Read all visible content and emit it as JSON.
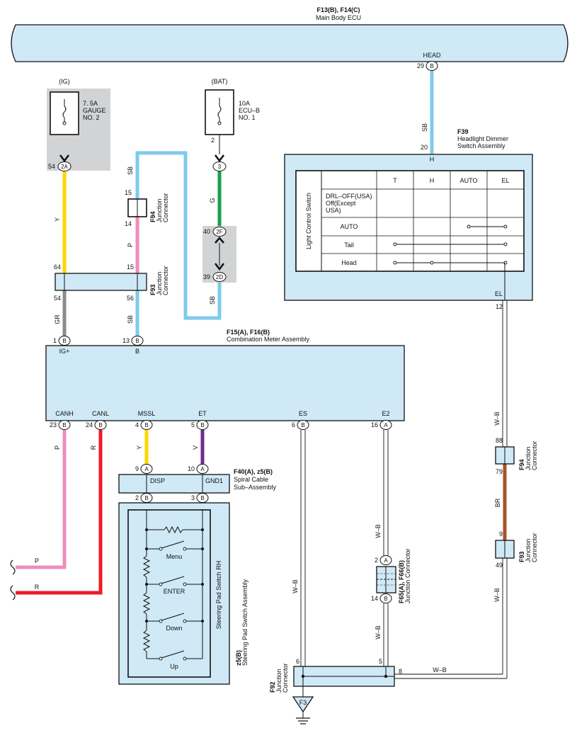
{
  "ecu": {
    "title": "F13(B), F14(C)",
    "name": "Main Body ECU",
    "terminal": "HEAD",
    "pin": "29",
    "letter": "B"
  },
  "fuses": {
    "ig": {
      "source": "(IG)",
      "rating": "7. 5A",
      "name1": "GAUGE",
      "name2": "NO. 2",
      "pin": "54",
      "letter": "2A"
    },
    "bat": {
      "source": "(BAT)",
      "rating": "10A",
      "name1": "ECU–B",
      "name2": "NO. 1",
      "pin_top": "2",
      "letter": "3"
    }
  },
  "wires": {
    "y": "Y",
    "gr": "GR",
    "sb": "SB",
    "p": "P",
    "g": "G",
    "r": "R",
    "v": "V",
    "wb": "W–B",
    "br": "BR"
  },
  "jc_2f": {
    "pin": "40",
    "letter": "2F"
  },
  "jc_2d": {
    "pin": "39",
    "letter": "2D"
  },
  "f94_upper": {
    "code": "F94",
    "name1": "Junction",
    "name2": "Connector",
    "pin_top": "15",
    "pin_bot": "14"
  },
  "f93_upper": {
    "code": "F93",
    "name1": "Junction",
    "name2": "Connector",
    "pin_left_top": "64",
    "pin_left_bot": "54",
    "pin_mid_top": "15",
    "pin_mid_bot": "56"
  },
  "dimmer": {
    "code": "F39",
    "name1": "Headlight Dimmer",
    "name2": "Switch Assembly",
    "pin_top": "20",
    "term_top": "H",
    "term_bot": "EL",
    "pin_bot": "12",
    "side_label": "Light Control Switch",
    "columns": [
      "T",
      "H",
      "AUTO",
      "EL"
    ],
    "rows": [
      "DRL–OFF(USA)",
      "Off(Except",
      "USA)",
      "AUTO",
      "Tail",
      "Head"
    ]
  },
  "meter": {
    "title": "F15(A), F16(B)",
    "name": "Combination Meter Assembly",
    "top_pins": [
      {
        "pin": "1",
        "letter": "B",
        "term": "IG+"
      },
      {
        "pin": "13",
        "letter": "B",
        "term": "B"
      }
    ],
    "bottom_pins": [
      {
        "term": "CANH",
        "pin": "23",
        "letter": "B"
      },
      {
        "term": "CANL",
        "pin": "24",
        "letter": "B"
      },
      {
        "term": "MSSL",
        "pin": "4",
        "letter": "B"
      },
      {
        "term": "ET",
        "pin": "5",
        "letter": "B"
      },
      {
        "term": "ES",
        "pin": "6",
        "letter": "B"
      },
      {
        "term": "E2",
        "pin": "16",
        "letter": "A"
      }
    ]
  },
  "spiral": {
    "title": "F40(A), z5(B)",
    "name1": "Spiral Cable",
    "name2": "Sub–Assembly",
    "term_left": "DISP",
    "term_right": "GND1",
    "pin_tl": "9",
    "letter_tl": "A",
    "pin_tr": "10",
    "letter_tr": "A",
    "pin_bl": "2",
    "letter_bl": "B",
    "pin_br": "3",
    "letter_br": "B"
  },
  "steering": {
    "code": "z5(B)",
    "name": "Steering Pad Switch Assembly",
    "inner": "Steering Pad Switch RH",
    "switches": [
      "Menu",
      "ENTER",
      "Down",
      "Up"
    ]
  },
  "f65": {
    "code": "F65(A), F66(B)",
    "name": "Junction Connector",
    "pin_top": "2",
    "letter_top": "A",
    "pin_bot": "14",
    "letter_bot": "B"
  },
  "f94_lower": {
    "code": "F94",
    "name1": "Junction",
    "name2": "Connector",
    "pin_top": "88",
    "pin_bot": "79"
  },
  "f93_lower": {
    "code": "F93",
    "name1": "Junction",
    "name2": "Connector",
    "pin_top": "9",
    "pin_bot": "49"
  },
  "f92": {
    "code": "F92",
    "name1": "Junction",
    "name2": "Connector",
    "pin_a": "6",
    "pin_b": "5",
    "pin_c": "8"
  },
  "ground": {
    "label": "F3"
  },
  "colors": {
    "yellow": "#ffd600",
    "gray": "#8c8c8c",
    "blue": "#7fcaeb",
    "pink": "#f08cbd",
    "green": "#16a24a",
    "red": "#ec1c24",
    "purple": "#6f2c91",
    "brown": "#a8512a",
    "box": "#cfe9f6",
    "shade": "#d1d3d4"
  }
}
